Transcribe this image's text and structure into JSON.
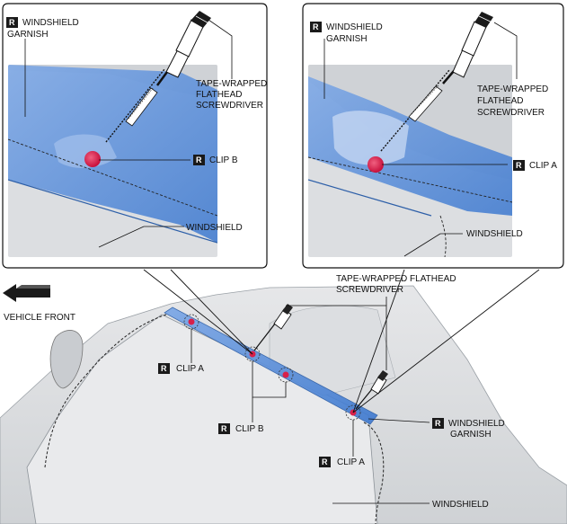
{
  "colors": {
    "garnish_blue": "#4a86d8",
    "clip_red": "#d8204a",
    "body_grey": "#d6d8da",
    "outline": "#111111"
  },
  "badge_letter": "R",
  "left_callout": {
    "garnish_line1": "WINDSHIELD",
    "garnish_line2": "GARNISH",
    "tool_line1": "TAPE-WRAPPED",
    "tool_line2": "FLATHEAD",
    "tool_line3": "SCREWDRIVER",
    "clip_label": "CLIP B",
    "windshield_label": "WINDSHIELD"
  },
  "right_callout": {
    "garnish_line1": "WINDSHIELD",
    "garnish_line2": "GARNISH",
    "tool_line1": "TAPE-WRAPPED",
    "tool_line2": "FLATHEAD",
    "tool_line3": "SCREWDRIVER",
    "clip_label": "CLIP A",
    "windshield_label": "WINDSHIELD"
  },
  "main": {
    "vehicle_front": "VEHICLE FRONT",
    "tool_line1": "TAPE-WRAPPED FLATHEAD",
    "tool_line2": "SCREWDRIVER",
    "clip_a_left": "CLIP A",
    "clip_b": "CLIP B",
    "clip_a_bottom": "CLIP A",
    "garnish_line1": "WINDSHIELD",
    "garnish_line2": "GARNISH",
    "windshield_label": "WINDSHIELD"
  }
}
